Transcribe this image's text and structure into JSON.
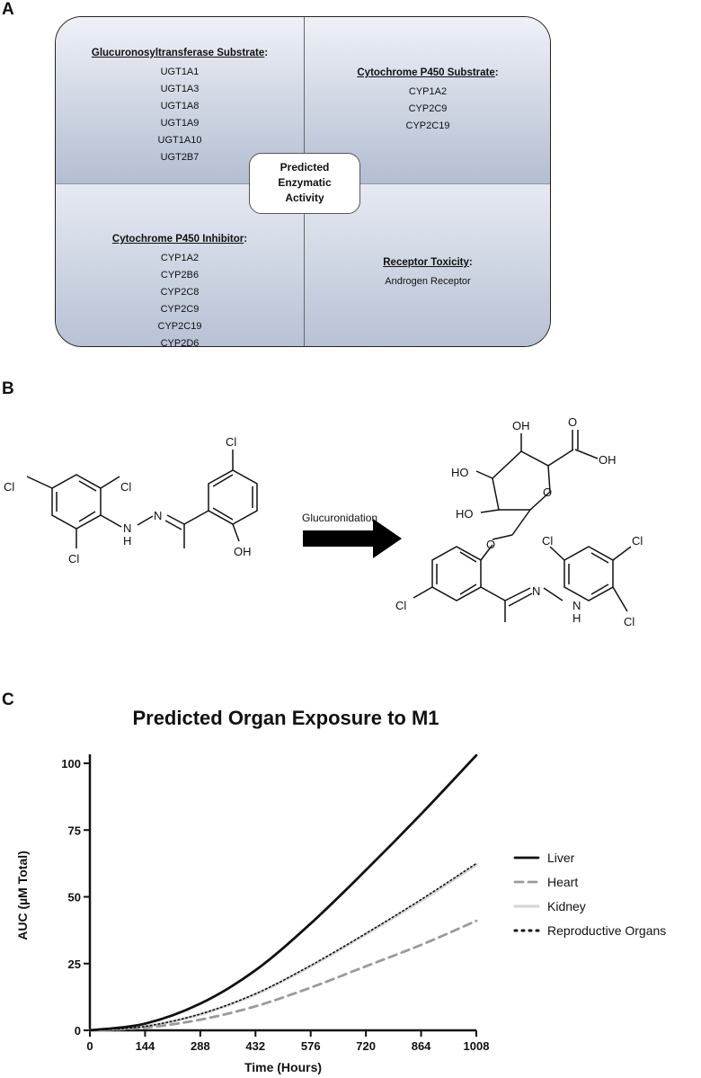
{
  "panels": {
    "a": "A",
    "b": "B",
    "c": "C"
  },
  "panelA": {
    "center": [
      "Predicted",
      "Enzymatic",
      "Activity"
    ],
    "top_left": {
      "title": "Glucuronosyltransferase Substrate",
      "items": [
        "UGT1A1",
        "UGT1A3",
        "UGT1A8",
        "UGT1A9",
        "UGT1A10",
        "UGT2B7"
      ]
    },
    "top_right": {
      "title": "Cytochrome P450 Substrate",
      "items": [
        "CYP1A2",
        "CYP2C9",
        "CYP2C19"
      ]
    },
    "bottom_left": {
      "title": "Cytochrome P450 Inhibitor",
      "items": [
        "CYP1A2",
        "CYP2B6",
        "CYP2C8",
        "CYP2C9",
        "CYP2C19",
        "CYP2D6"
      ]
    },
    "bottom_right": {
      "title": "Receptor Toxicity",
      "items": [
        "Androgen Receptor"
      ]
    }
  },
  "panelB": {
    "arrow_label": "Glucuronidation",
    "atoms": {
      "cl": "Cl",
      "n": "N",
      "nh_h": "H",
      "oh": "OH",
      "ho": "HO",
      "o": "O"
    }
  },
  "chart_data": {
    "type": "line",
    "title": "Predicted Organ Exposure to M1",
    "xlabel": "Time (Hours)",
    "ylabel": "AUC (µM Total)",
    "xlim": [
      0,
      1008
    ],
    "ylim": [
      0,
      100
    ],
    "xticks": [
      0,
      144,
      288,
      432,
      576,
      720,
      864,
      1008
    ],
    "yticks": [
      0,
      25,
      50,
      75,
      100
    ],
    "grid": false,
    "legend_position": "right",
    "x": [
      0,
      144,
      288,
      432,
      576,
      720,
      864,
      1008
    ],
    "series": [
      {
        "name": "Liver",
        "style": "solid",
        "color": "#111111",
        "values": [
          0,
          2.5,
          10,
          22.5,
          40,
          60,
          81,
          103
        ]
      },
      {
        "name": "Heart",
        "style": "dashed",
        "color": "#9a9a9a",
        "values": [
          0,
          1,
          4,
          9,
          16,
          24,
          32,
          41
        ]
      },
      {
        "name": "Kidney",
        "style": "solid",
        "color": "#d6d6d6",
        "values": [
          0,
          1.5,
          6,
          13.5,
          24,
          36,
          48.5,
          62
        ]
      },
      {
        "name": "Reproductive Organs",
        "style": "dotted",
        "color": "#111111",
        "values": [
          0,
          1.5,
          6.1,
          13.7,
          24.3,
          36.3,
          49,
          62.5
        ]
      }
    ]
  }
}
